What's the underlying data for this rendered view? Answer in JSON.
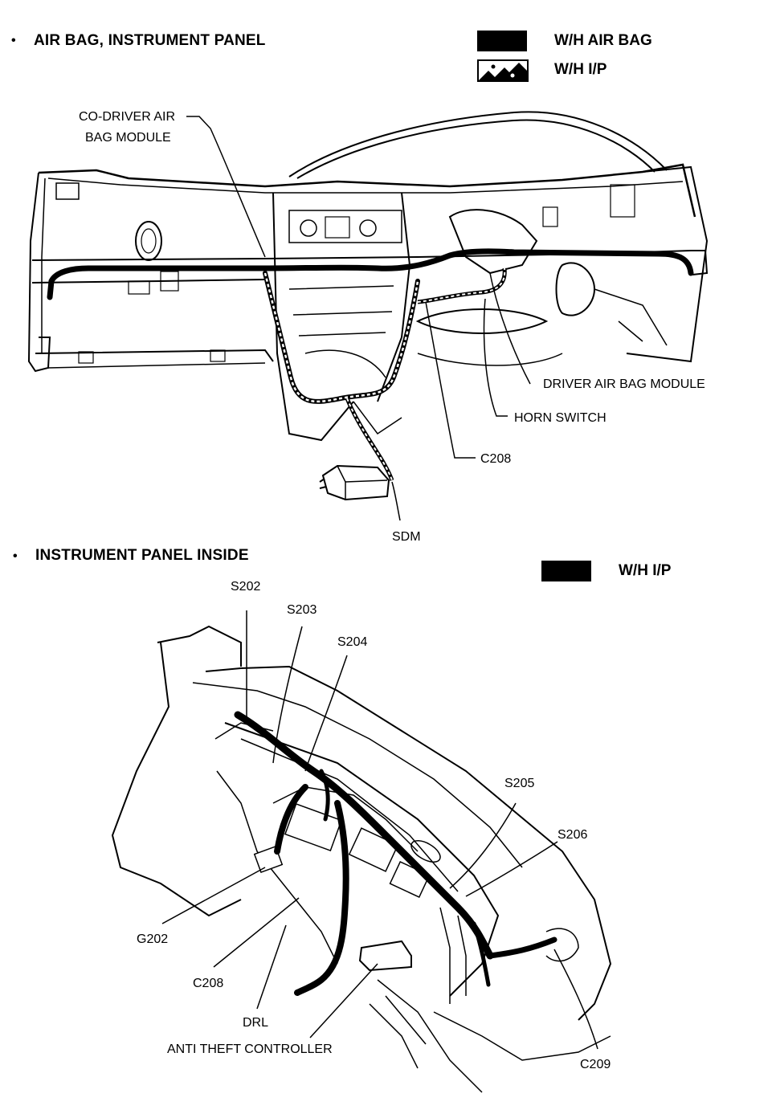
{
  "top_section": {
    "bullet": "•",
    "title": "AIR BAG, INSTRUMENT PANEL",
    "legend": [
      {
        "label": "W/H AIR BAG",
        "swatch": "solid"
      },
      {
        "label": "W/H I/P",
        "swatch": "hatched"
      }
    ],
    "callouts": {
      "co_driver_line1": "CO-DRIVER AIR",
      "co_driver_line2": "BAG MODULE",
      "driver_air_bag": "DRIVER AIR BAG MODULE",
      "horn_switch": "HORN SWITCH",
      "c208": "C208",
      "sdm": "SDM"
    }
  },
  "bottom_section": {
    "bullet": "•",
    "title": "INSTRUMENT PANEL INSIDE",
    "legend": [
      {
        "label": "W/H I/P",
        "swatch": "solid"
      }
    ],
    "callouts": {
      "s202": "S202",
      "s203": "S203",
      "s204": "S204",
      "s205": "S205",
      "s206": "S206",
      "g202": "G202",
      "c208": "C208",
      "drl": "DRL",
      "anti_theft": "ANTI THEFT CONTROLLER",
      "c209": "C209"
    }
  },
  "colors": {
    "ink": "#000000",
    "background": "#ffffff"
  }
}
